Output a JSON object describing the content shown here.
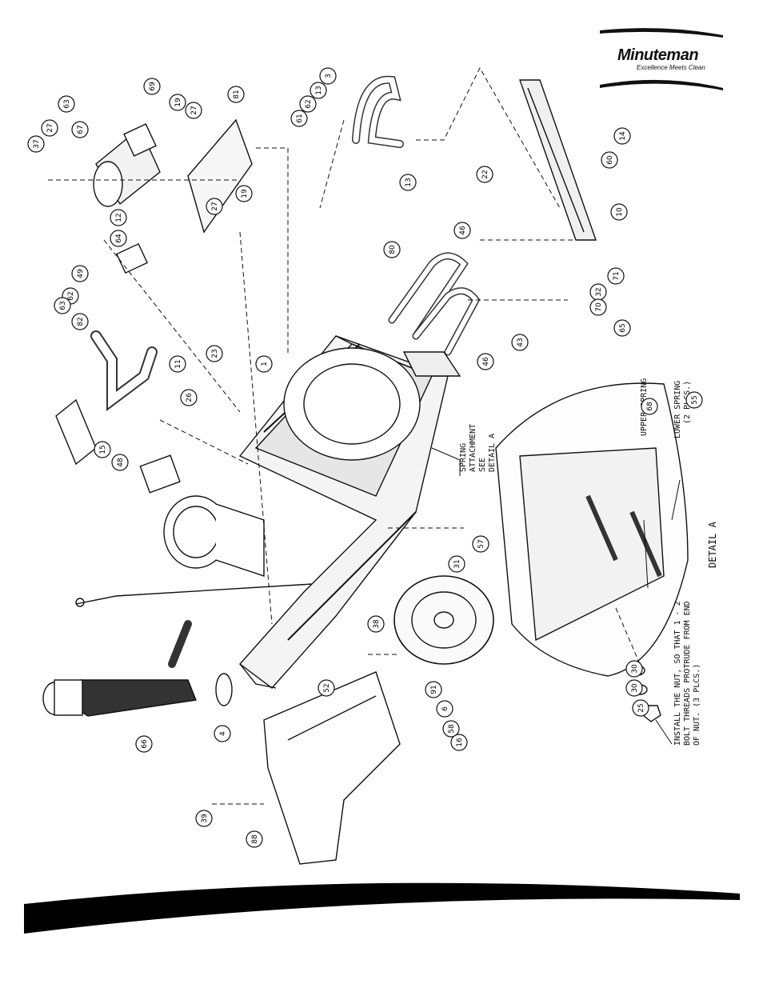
{
  "brand": {
    "name": "Minuteman",
    "tagline": "Excellence Meets Clean"
  },
  "notes": {
    "spring_attachment": [
      "SPRING",
      "ATTACHMENT",
      "SEE",
      "DETAIL A"
    ],
    "upper_spring": "UPPER SPRING",
    "lower_spring": [
      "LOWER SPRING",
      "(2 PLCS.)"
    ],
    "detail_label": "DETAIL A",
    "install_note": [
      "INSTALL THE NUT, SO THAT 1 - 2",
      "BOLT THREADS PROTRUDE FROM END",
      "OF NUT. (3 PLCS.)"
    ]
  },
  "callouts": [
    {
      "n": "37"
    },
    {
      "n": "27"
    },
    {
      "n": "63"
    },
    {
      "n": "69"
    },
    {
      "n": "67"
    },
    {
      "n": "19"
    },
    {
      "n": "27"
    },
    {
      "n": "81"
    },
    {
      "n": "12"
    },
    {
      "n": "27"
    },
    {
      "n": "19"
    },
    {
      "n": "64"
    },
    {
      "n": "49"
    },
    {
      "n": "62"
    },
    {
      "n": "63"
    },
    {
      "n": "82"
    },
    {
      "n": "11"
    },
    {
      "n": "23"
    },
    {
      "n": "1"
    },
    {
      "n": "26"
    },
    {
      "n": "15"
    },
    {
      "n": "48"
    },
    {
      "n": "3"
    },
    {
      "n": "13"
    },
    {
      "n": "62"
    },
    {
      "n": "61"
    },
    {
      "n": "13"
    },
    {
      "n": "22"
    },
    {
      "n": "46"
    },
    {
      "n": "80"
    },
    {
      "n": "14"
    },
    {
      "n": "60"
    },
    {
      "n": "10"
    },
    {
      "n": "71"
    },
    {
      "n": "32"
    },
    {
      "n": "70"
    },
    {
      "n": "65"
    },
    {
      "n": "43"
    },
    {
      "n": "46"
    },
    {
      "n": "57"
    },
    {
      "n": "31"
    },
    {
      "n": "38"
    },
    {
      "n": "52"
    },
    {
      "n": "91"
    },
    {
      "n": "6"
    },
    {
      "n": "58"
    },
    {
      "n": "16"
    },
    {
      "n": "4"
    },
    {
      "n": "66"
    },
    {
      "n": "39"
    },
    {
      "n": "88"
    },
    {
      "n": "68"
    },
    {
      "n": "55"
    },
    {
      "n": "30"
    },
    {
      "n": "30"
    },
    {
      "n": "25"
    }
  ]
}
